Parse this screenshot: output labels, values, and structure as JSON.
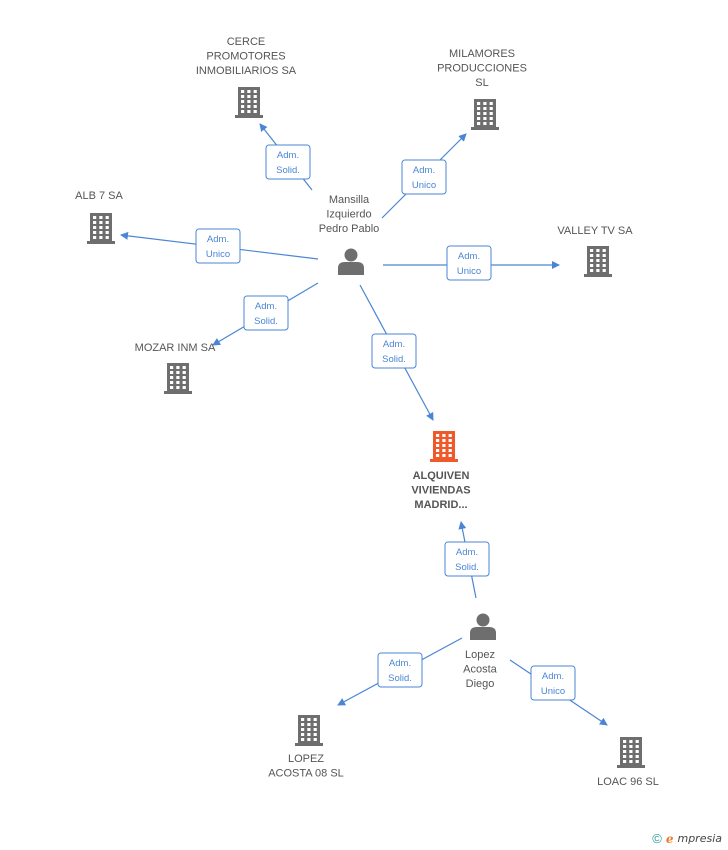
{
  "colors": {
    "edge": "#4a86d4",
    "company": "#6e6e6e",
    "focus_company": "#f05a2a",
    "person": "#6e6e6e"
  },
  "nodes": [
    {
      "id": "cerce",
      "type": "company",
      "lines": [
        "CERCE",
        "PROMOTORES",
        "INMOBILIARIOS SA"
      ]
    },
    {
      "id": "milamores",
      "type": "company",
      "lines": [
        "MILAMORES",
        "PRODUCCIONES",
        "SL"
      ]
    },
    {
      "id": "alb7",
      "type": "company",
      "lines": [
        "ALB 7 SA"
      ]
    },
    {
      "id": "valley",
      "type": "company",
      "lines": [
        "VALLEY TV SA"
      ]
    },
    {
      "id": "mozar",
      "type": "company",
      "lines": [
        "MOZAR INM SA"
      ]
    },
    {
      "id": "mansilla",
      "type": "person",
      "lines": [
        "Mansilla",
        "Izquierdo",
        "Pedro Pablo"
      ]
    },
    {
      "id": "alquiven",
      "type": "focus",
      "lines": [
        "ALQUIVEN",
        "VIVIENDAS",
        "MADRID..."
      ]
    },
    {
      "id": "lopez",
      "type": "person",
      "lines": [
        "Lopez",
        "Acosta",
        "Diego"
      ]
    },
    {
      "id": "lopez08",
      "type": "company",
      "lines": [
        "LOPEZ",
        "ACOSTA 08 SL"
      ]
    },
    {
      "id": "loac96",
      "type": "company",
      "lines": [
        "LOAC 96 SL"
      ]
    }
  ],
  "edges": [
    {
      "from": "mansilla",
      "to": "cerce",
      "role": [
        "Adm.",
        "Solid."
      ]
    },
    {
      "from": "mansilla",
      "to": "milamores",
      "role": [
        "Adm.",
        "Unico"
      ]
    },
    {
      "from": "mansilla",
      "to": "alb7",
      "role": [
        "Adm.",
        "Unico"
      ]
    },
    {
      "from": "mansilla",
      "to": "valley",
      "role": [
        "Adm.",
        "Unico"
      ]
    },
    {
      "from": "mansilla",
      "to": "mozar",
      "role": [
        "Adm.",
        "Solid."
      ]
    },
    {
      "from": "mansilla",
      "to": "alquiven",
      "role": [
        "Adm.",
        "Solid."
      ]
    },
    {
      "from": "lopez",
      "to": "alquiven",
      "role": [
        "Adm.",
        "Solid."
      ]
    },
    {
      "from": "lopez",
      "to": "lopez08",
      "role": [
        "Adm.",
        "Solid."
      ]
    },
    {
      "from": "lopez",
      "to": "loac96",
      "role": [
        "Adm.",
        "Unico"
      ]
    }
  ],
  "footer": {
    "copyright": "©",
    "brand_initial": "e",
    "brand_rest": "mpresia"
  }
}
